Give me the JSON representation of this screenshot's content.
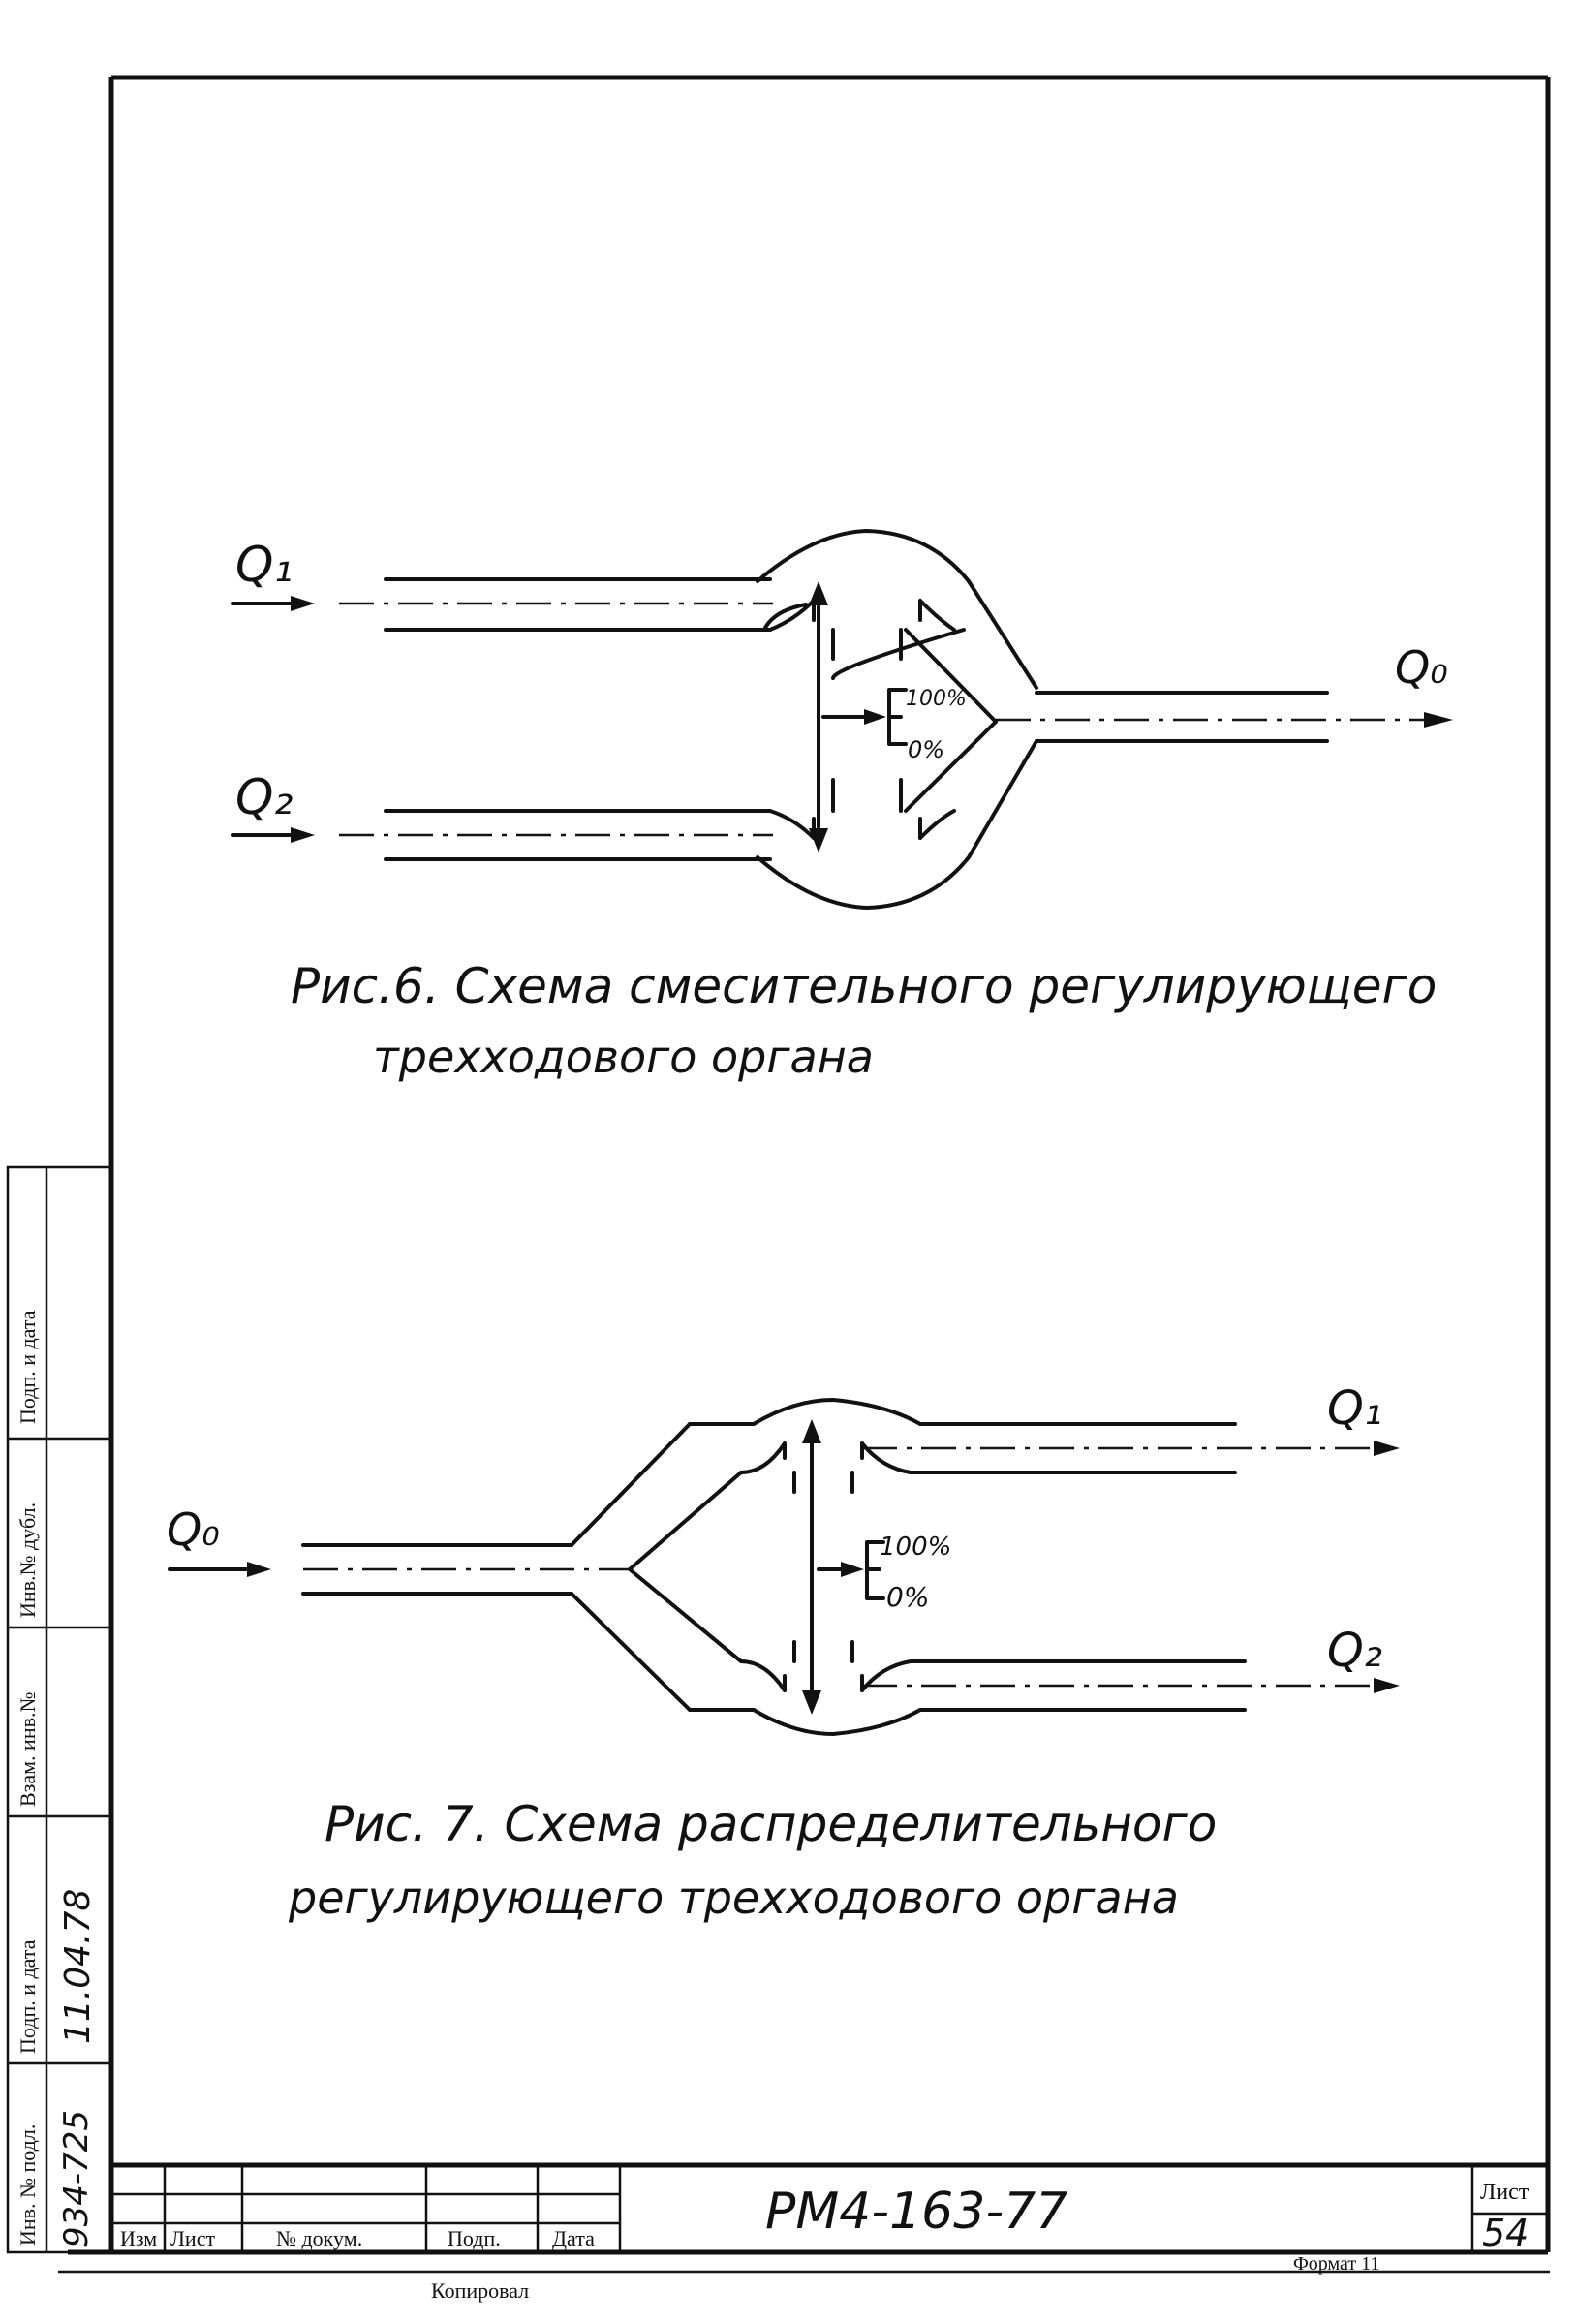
{
  "figure6": {
    "caption_line1": "Рис.6. Схема смесительного регулирующего",
    "caption_line2": "трехходового органа",
    "inlet1": "Q₁",
    "inlet2": "Q₂",
    "outlet": "Q₀",
    "scale_top": "100%",
    "scale_bottom": "0%"
  },
  "figure7": {
    "caption_line1": "Рис. 7. Схема распределительного",
    "caption_line2": "регулирующего трехходового органа",
    "inlet": "Q₀",
    "outlet1": "Q₁",
    "outlet2": "Q₂",
    "scale_top": "100%",
    "scale_bottom": "0%"
  },
  "side_stamp": {
    "inv_podl": "Инв. № подл.",
    "podp_data": "Подп. и дата",
    "vzam_inv": "Взам. инв.№",
    "inv_dubl": "Инв.№ дубл.",
    "podp_data2": "Подп. и дата",
    "handwritten_number": "934-725",
    "handwritten_date": "11.04.78"
  },
  "title_block": {
    "col_izm": "Изм",
    "col_list": "Лист",
    "col_doc": "№ докум.",
    "col_podp": "Подп.",
    "col_data": "Дата",
    "doc_code": "РМ4-163-77",
    "sheet_label": "Лист",
    "sheet_number": "54"
  },
  "footer": {
    "copied": "Копировал",
    "format": "Формат 11"
  }
}
